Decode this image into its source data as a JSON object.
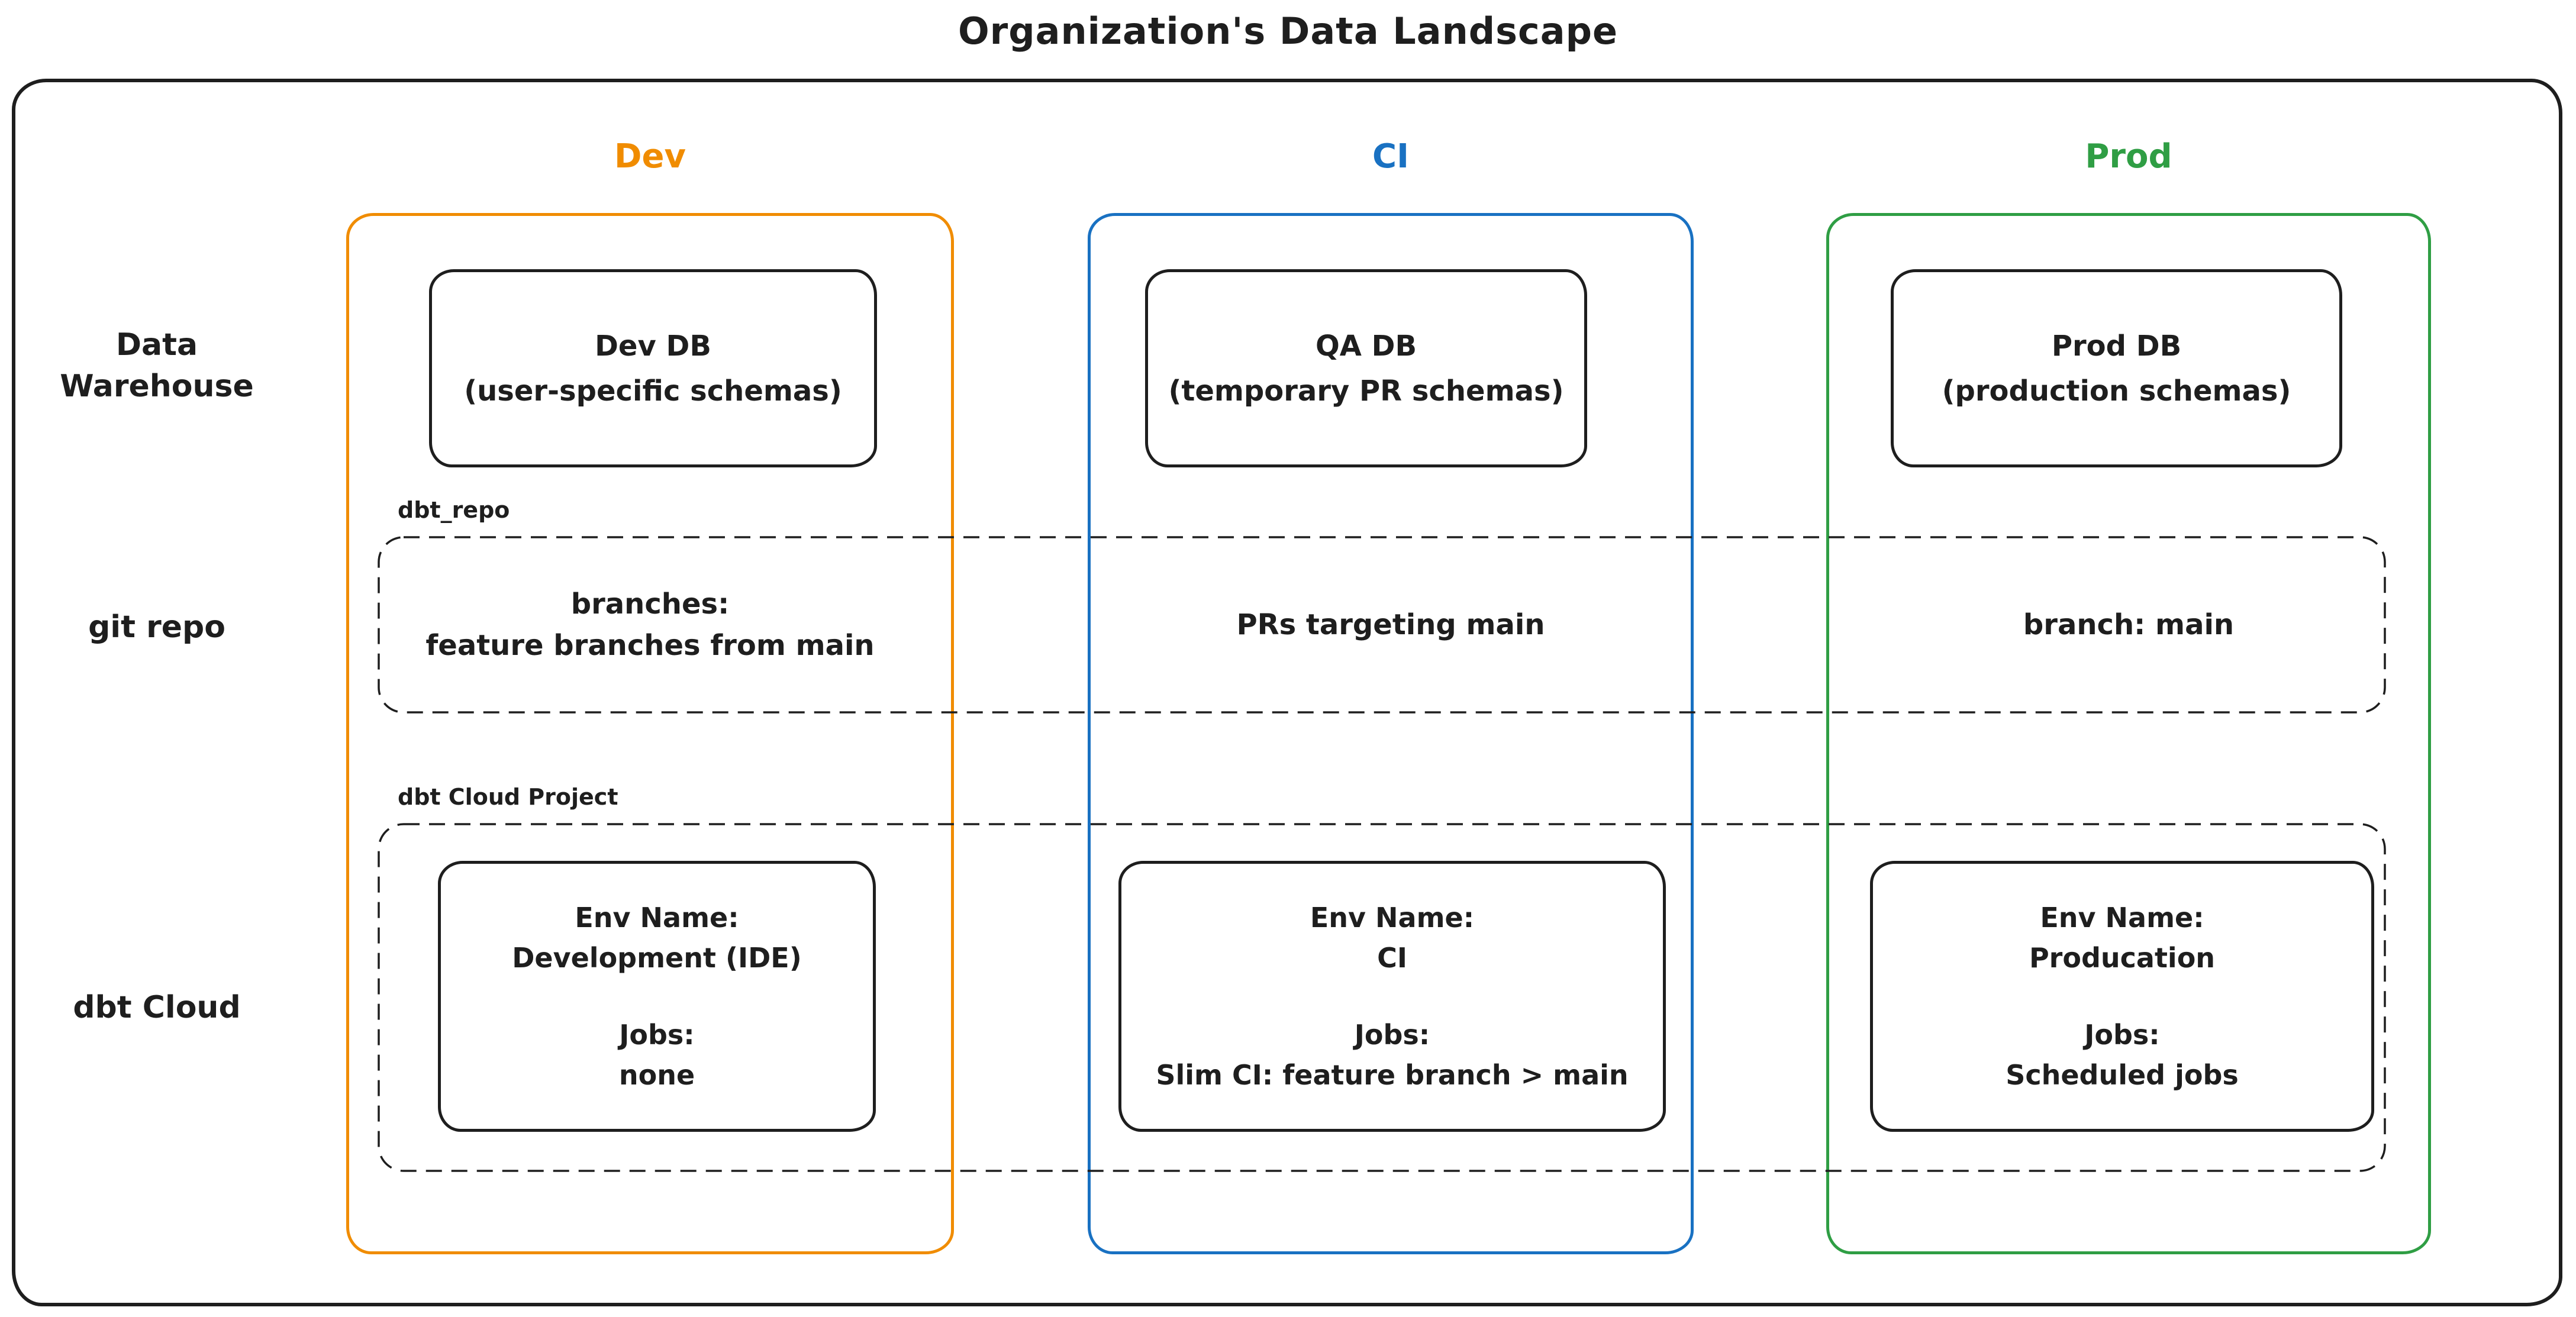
{
  "title": "Organization's Data Landscape",
  "colors": {
    "ink": "#1e1e1e",
    "dev": "#f08c00",
    "ci": "#1971c2",
    "prod": "#2f9e44"
  },
  "column_headers": {
    "dev": "Dev",
    "ci": "CI",
    "prod": "Prod"
  },
  "row_labels": {
    "warehouse_line1": "Data",
    "warehouse_line2": "Warehouse",
    "git_repo": "git repo",
    "dbt_cloud": "dbt Cloud"
  },
  "warehouse_row": {
    "dev": {
      "title": "Dev DB",
      "subtitle": "(user-specific schemas)"
    },
    "ci": {
      "title": "QA DB",
      "subtitle": "(temporary PR schemas)"
    },
    "prod": {
      "title": "Prod DB",
      "subtitle": "(production schemas)"
    }
  },
  "git_repo_band": {
    "label": "dbt_repo",
    "dev_line1": "branches:",
    "dev_line2": "feature branches from main",
    "ci": "PRs targeting main",
    "prod": "branch: main"
  },
  "dbt_cloud_band": {
    "label": "dbt Cloud Project",
    "dev": {
      "env_label": "Env Name:",
      "env_value": "Development (IDE)",
      "jobs_label": "Jobs:",
      "jobs_value": "none"
    },
    "ci": {
      "env_label": "Env Name:",
      "env_value": "CI",
      "jobs_label": "Jobs:",
      "jobs_value": "Slim CI: feature branch > main"
    },
    "prod": {
      "env_label": "Env Name:",
      "env_value": "Producation",
      "jobs_label": "Jobs:",
      "jobs_value": "Scheduled jobs"
    }
  }
}
